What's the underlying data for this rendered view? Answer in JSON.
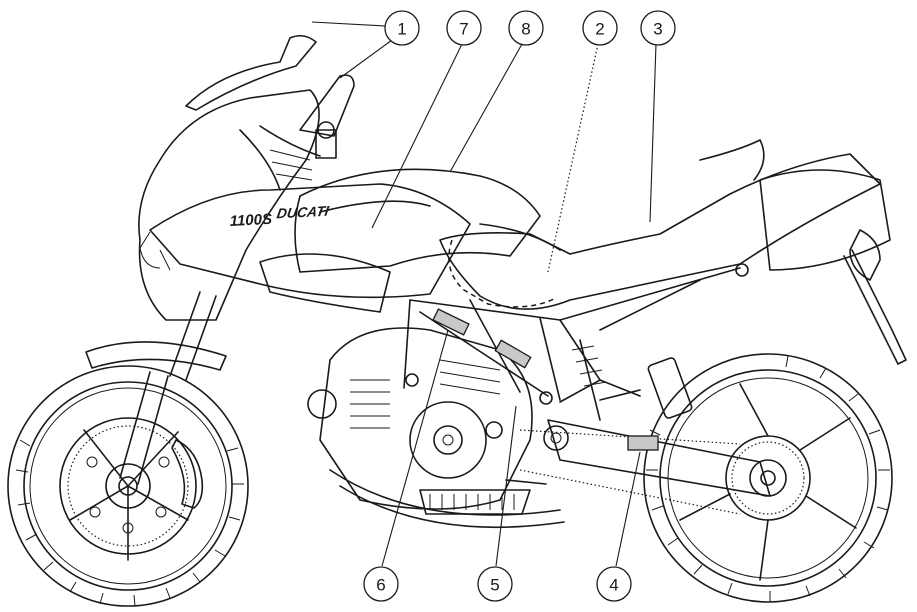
{
  "figure": {
    "fairing_model_text": "1100S",
    "tank_brand_text": "DUCATI"
  },
  "callouts": [
    {
      "number": "1"
    },
    {
      "number": "2"
    },
    {
      "number": "3"
    },
    {
      "number": "4"
    },
    {
      "number": "5"
    },
    {
      "number": "6"
    },
    {
      "number": "7"
    },
    {
      "number": "8"
    }
  ],
  "colors": {
    "line": "#1a1a1a",
    "plate_fill": "#c8c8c8",
    "background": "#ffffff"
  }
}
